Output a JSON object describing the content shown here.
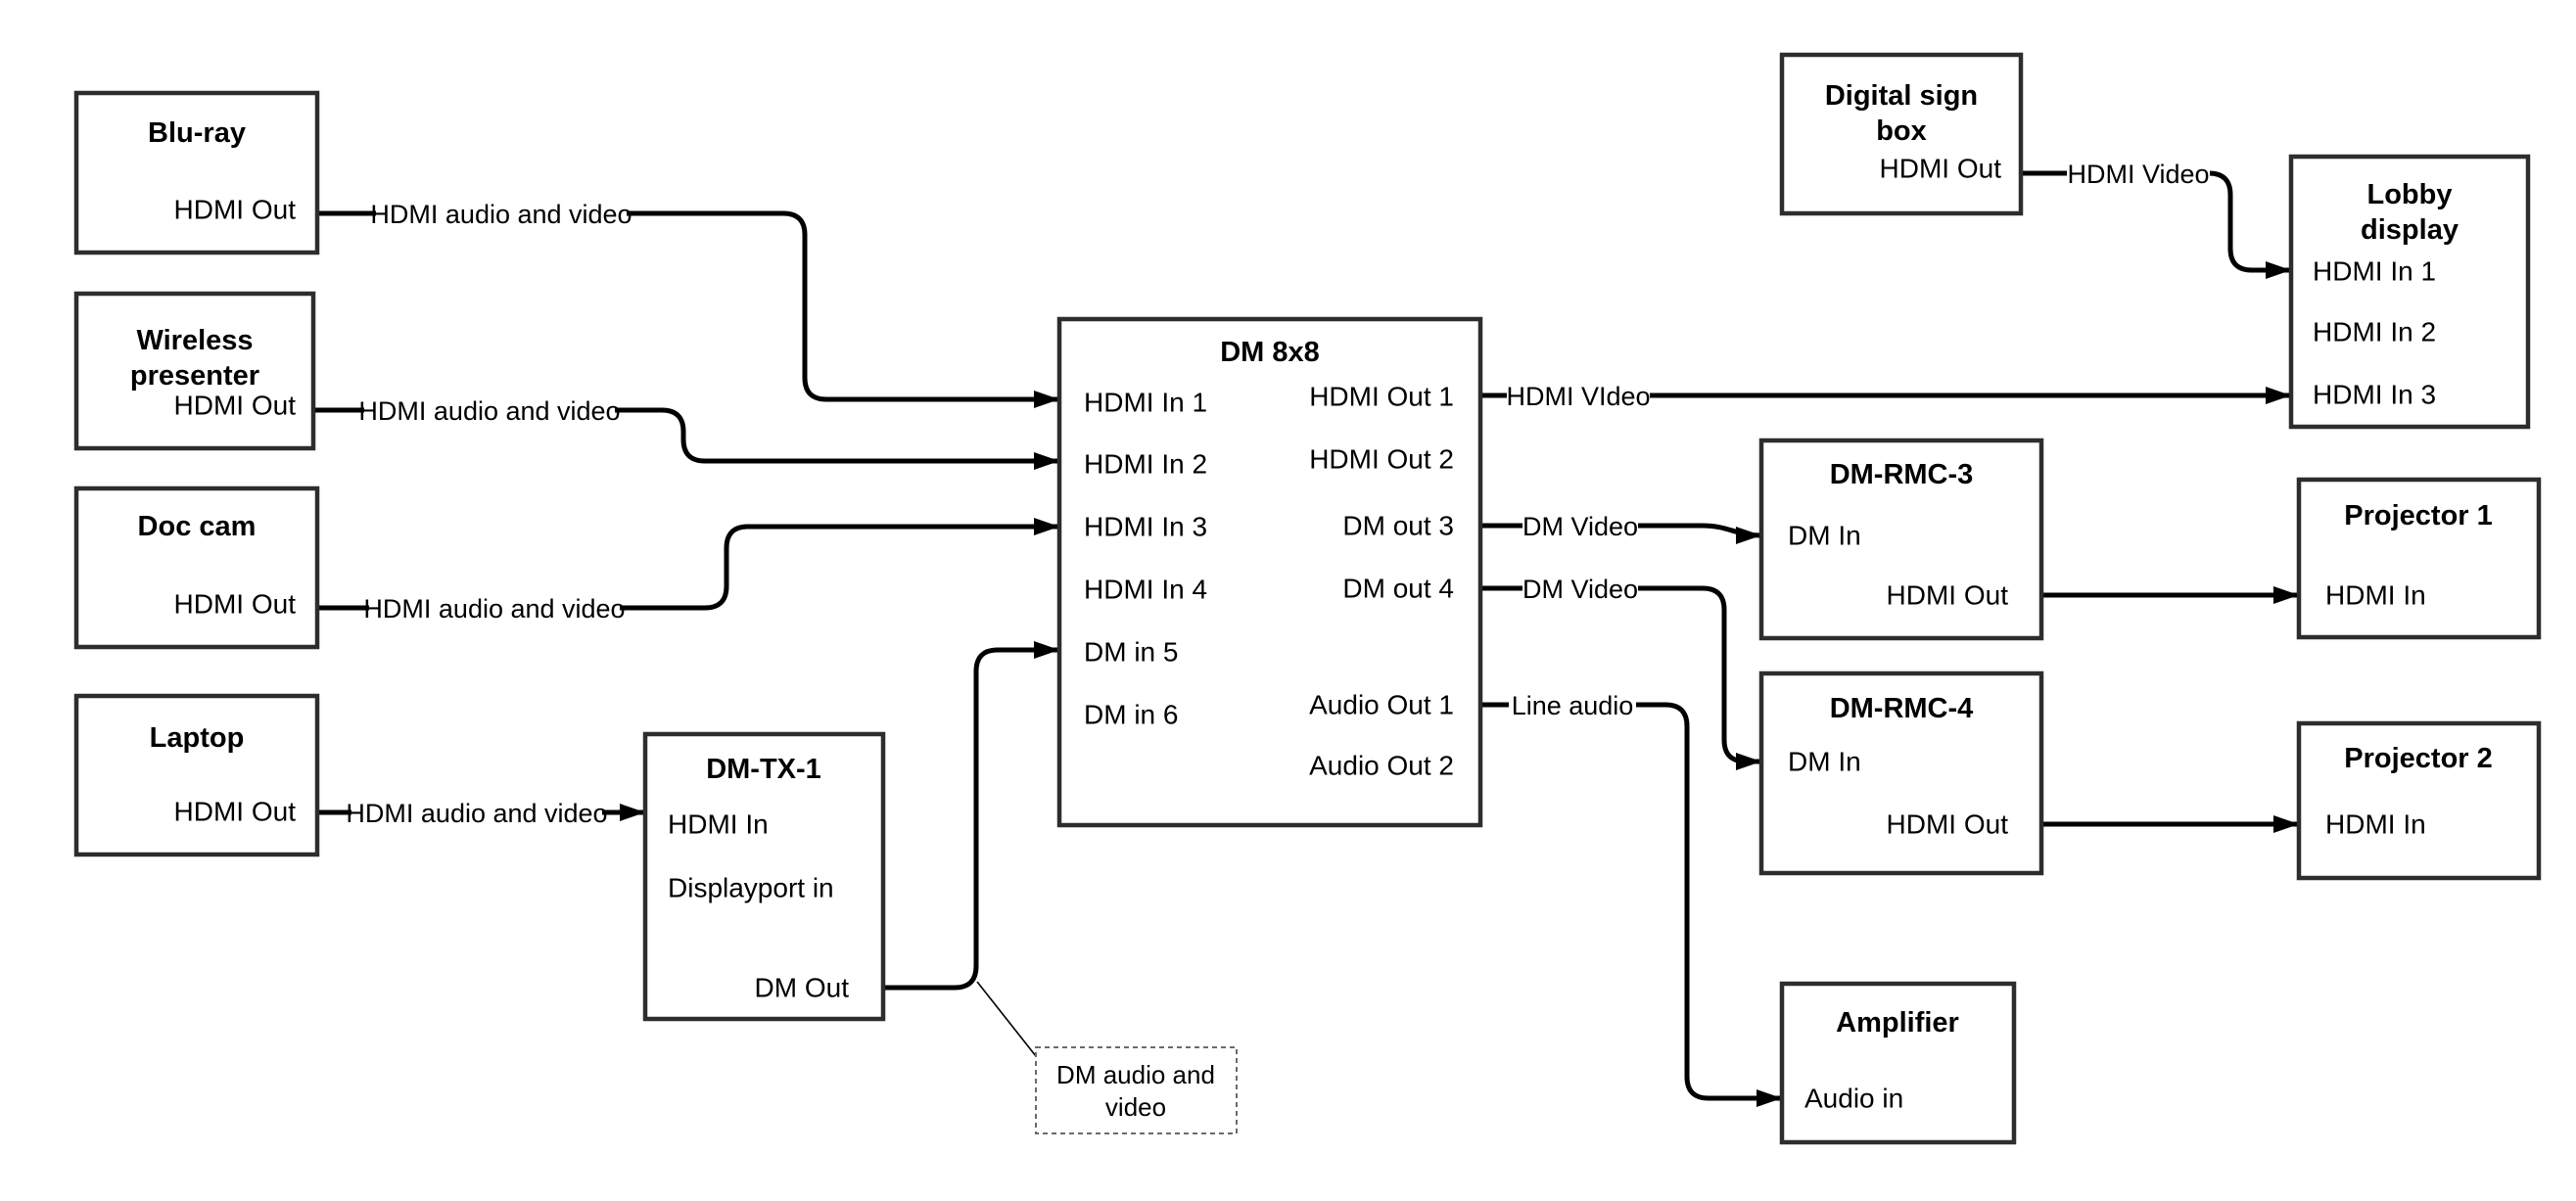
{
  "colors": {
    "background": "#ffffff",
    "box_border": "#2d2d2d",
    "wire": "#000000",
    "text": "#000000",
    "annotation_border": "#6b6b6b"
  },
  "nodes": {
    "bluray": {
      "title": "Blu-ray",
      "port_hdmi_out": "HDMI Out"
    },
    "wireless_presenter": {
      "title_line1": "Wireless",
      "title_line2": "presenter",
      "port_hdmi_out": "HDMI Out"
    },
    "doc_cam": {
      "title": "Doc cam",
      "port_hdmi_out": "HDMI Out"
    },
    "laptop": {
      "title": "Laptop",
      "port_hdmi_out": "HDMI Out"
    },
    "dm_tx_1": {
      "title": "DM-TX-1",
      "port_hdmi_in": "HDMI In",
      "port_displayport_in": "Displayport in",
      "port_dm_out": "DM Out"
    },
    "dm_8x8": {
      "title": "DM 8x8",
      "inputs": [
        "HDMI In 1",
        "HDMI In 2",
        "HDMI In 3",
        "HDMI In 4",
        "DM in 5",
        "DM in 6"
      ],
      "outputs": [
        "HDMI Out 1",
        "HDMI Out 2",
        "DM out 3",
        "DM out 4",
        "Audio Out 1",
        "Audio Out 2"
      ]
    },
    "digital_sign_box": {
      "title_line1": "Digital sign",
      "title_line2": "box",
      "port_hdmi_out": "HDMI Out"
    },
    "lobby_display": {
      "title_line1": "Lobby",
      "title_line2": "display",
      "ports": [
        "HDMI In 1",
        "HDMI In 2",
        "HDMI In 3"
      ]
    },
    "dm_rmc_3": {
      "title": "DM-RMC-3",
      "port_dm_in": "DM In",
      "port_hdmi_out": "HDMI Out"
    },
    "projector_1": {
      "title": "Projector 1",
      "port_hdmi_in": "HDMI In"
    },
    "dm_rmc_4": {
      "title": "DM-RMC-4",
      "port_dm_in": "DM In",
      "port_hdmi_out": "HDMI Out"
    },
    "projector_2": {
      "title": "Projector 2",
      "port_hdmi_in": "HDMI In"
    },
    "amplifier": {
      "title": "Amplifier",
      "port_audio_in": "Audio in"
    }
  },
  "edges": {
    "bluray_to_dm8x8": {
      "label": "HDMI audio and video"
    },
    "wireless_to_dm8x8": {
      "label": "HDMI audio and video"
    },
    "doccam_to_dm8x8": {
      "label": "HDMI audio and video"
    },
    "laptop_to_dmtx1": {
      "label": "HDMI audio and video"
    },
    "dm8x8_to_lobby": {
      "label": "HDMI VIdeo"
    },
    "dm8x8_to_dmrmc3": {
      "label": "DM Video"
    },
    "dm8x8_to_dmrmc4": {
      "label": "DM Video"
    },
    "dm8x8_to_amplifier": {
      "label": "Line audio"
    },
    "digitalsign_to_lobby": {
      "label": "HDMI Video"
    }
  },
  "annotation": {
    "line1": "DM audio and",
    "line2": "video"
  }
}
